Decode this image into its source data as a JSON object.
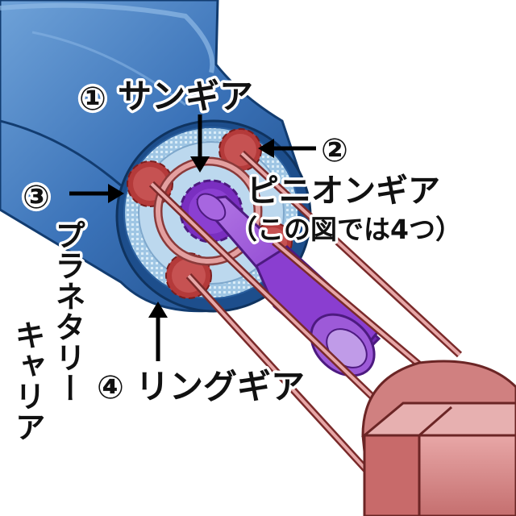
{
  "labels": {
    "sun_gear_num": "①",
    "sun_gear": "サンギア",
    "pinion_num": "②",
    "pinion": "ピニオンギア",
    "pinion_note": "（この図では4つ）",
    "carrier_num": "③",
    "carrier": "プラネタリーキャリア",
    "ring_num": "④",
    "ring": "リングギア"
  },
  "colors": {
    "blue_housing": "#3a72b8",
    "blue_dark": "#1e4f8e",
    "ring_light": "#9fc6e4",
    "pinion_red": "#b43a3a",
    "sun_purple": "#7a2fc0",
    "shaft_purple": "#9a55d6",
    "carrier_pink": "#d98a8a",
    "block_pink": "#e29a9a"
  }
}
